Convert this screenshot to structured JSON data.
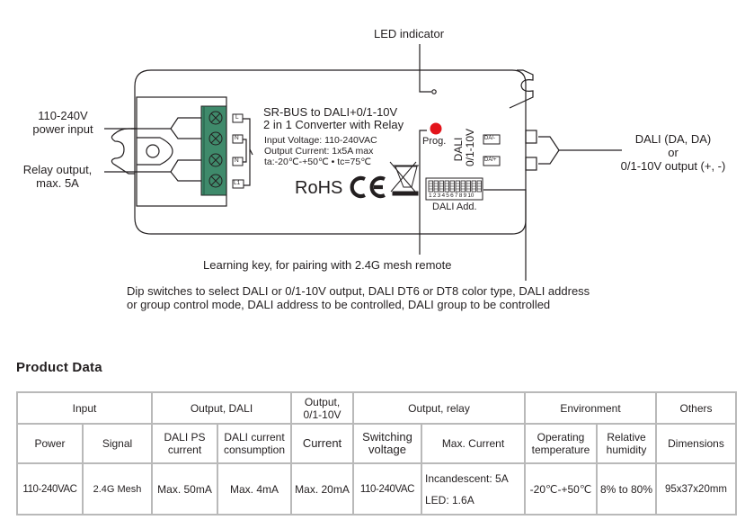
{
  "diagram": {
    "callouts": {
      "led_indicator": "LED indicator",
      "power_input_line1": "110-240V",
      "power_input_line2": "power input",
      "relay_output_line1": "Relay output,",
      "relay_output_line2": "max. 5A",
      "dali_output_line1": "DALI (DA, DA)",
      "dali_output_line2": "or",
      "dali_output_line3": "0/1-10V output (+, -)",
      "learning_key": "Learning key, for pairing with 2.4G mesh remote",
      "dip_line1": "Dip switches to select DALI or 0/1-10V output, DALI DT6 or DT8 color type, DALI address",
      "dip_line2": "or group control mode, DALI address to be controlled, DALI group to be controlled"
    },
    "device": {
      "name_line1": "SR-BUS to DALI+0/1-10V",
      "name_line2": "2 in 1 Converter with Relay",
      "spec_input": "Input Voltage: 110-240VAC",
      "spec_output": "Output Current: 1x5A max",
      "spec_temp": "ta:-20℃-+50℃  • tc=75℃",
      "rohs": "RoHS",
      "ce": "CE",
      "prog_label": "Prog.",
      "dali_vertical": "DALI",
      "analog_vertical": "0/1-10V",
      "dip_numbers": "1 2 3 4 5 6 7 8 9 10",
      "dip_label": "DALI Add.",
      "terminals": [
        "L",
        "N",
        "N",
        "L1"
      ],
      "output_terminals": [
        "DA/-",
        "DA/+"
      ],
      "led_color": "#e3141b",
      "terminal_block_color": "#3f8a6b"
    }
  },
  "product_data": {
    "title": "Product Data",
    "groups": [
      "Input",
      "Output, DALI",
      "Output,\n0/1-10V",
      "Output, relay",
      "Environment",
      "Others"
    ],
    "headers": [
      "Power",
      "Signal",
      "DALI PS current",
      "DALI current consumption",
      "Current",
      "Switching voltage",
      "Max. Current",
      "Operating temperature",
      "Relative humidity",
      "Dimensions"
    ],
    "values": [
      "110-240VAC",
      "2.4G Mesh",
      "Max. 50mA",
      "Max. 4mA",
      "Max. 20mA",
      "110-240VAC",
      "Incandescent: 5A",
      "-20℃-+50℃",
      "8% to 80%",
      "95x37x20mm"
    ],
    "relay_led_current": "LED: 1.6A"
  }
}
